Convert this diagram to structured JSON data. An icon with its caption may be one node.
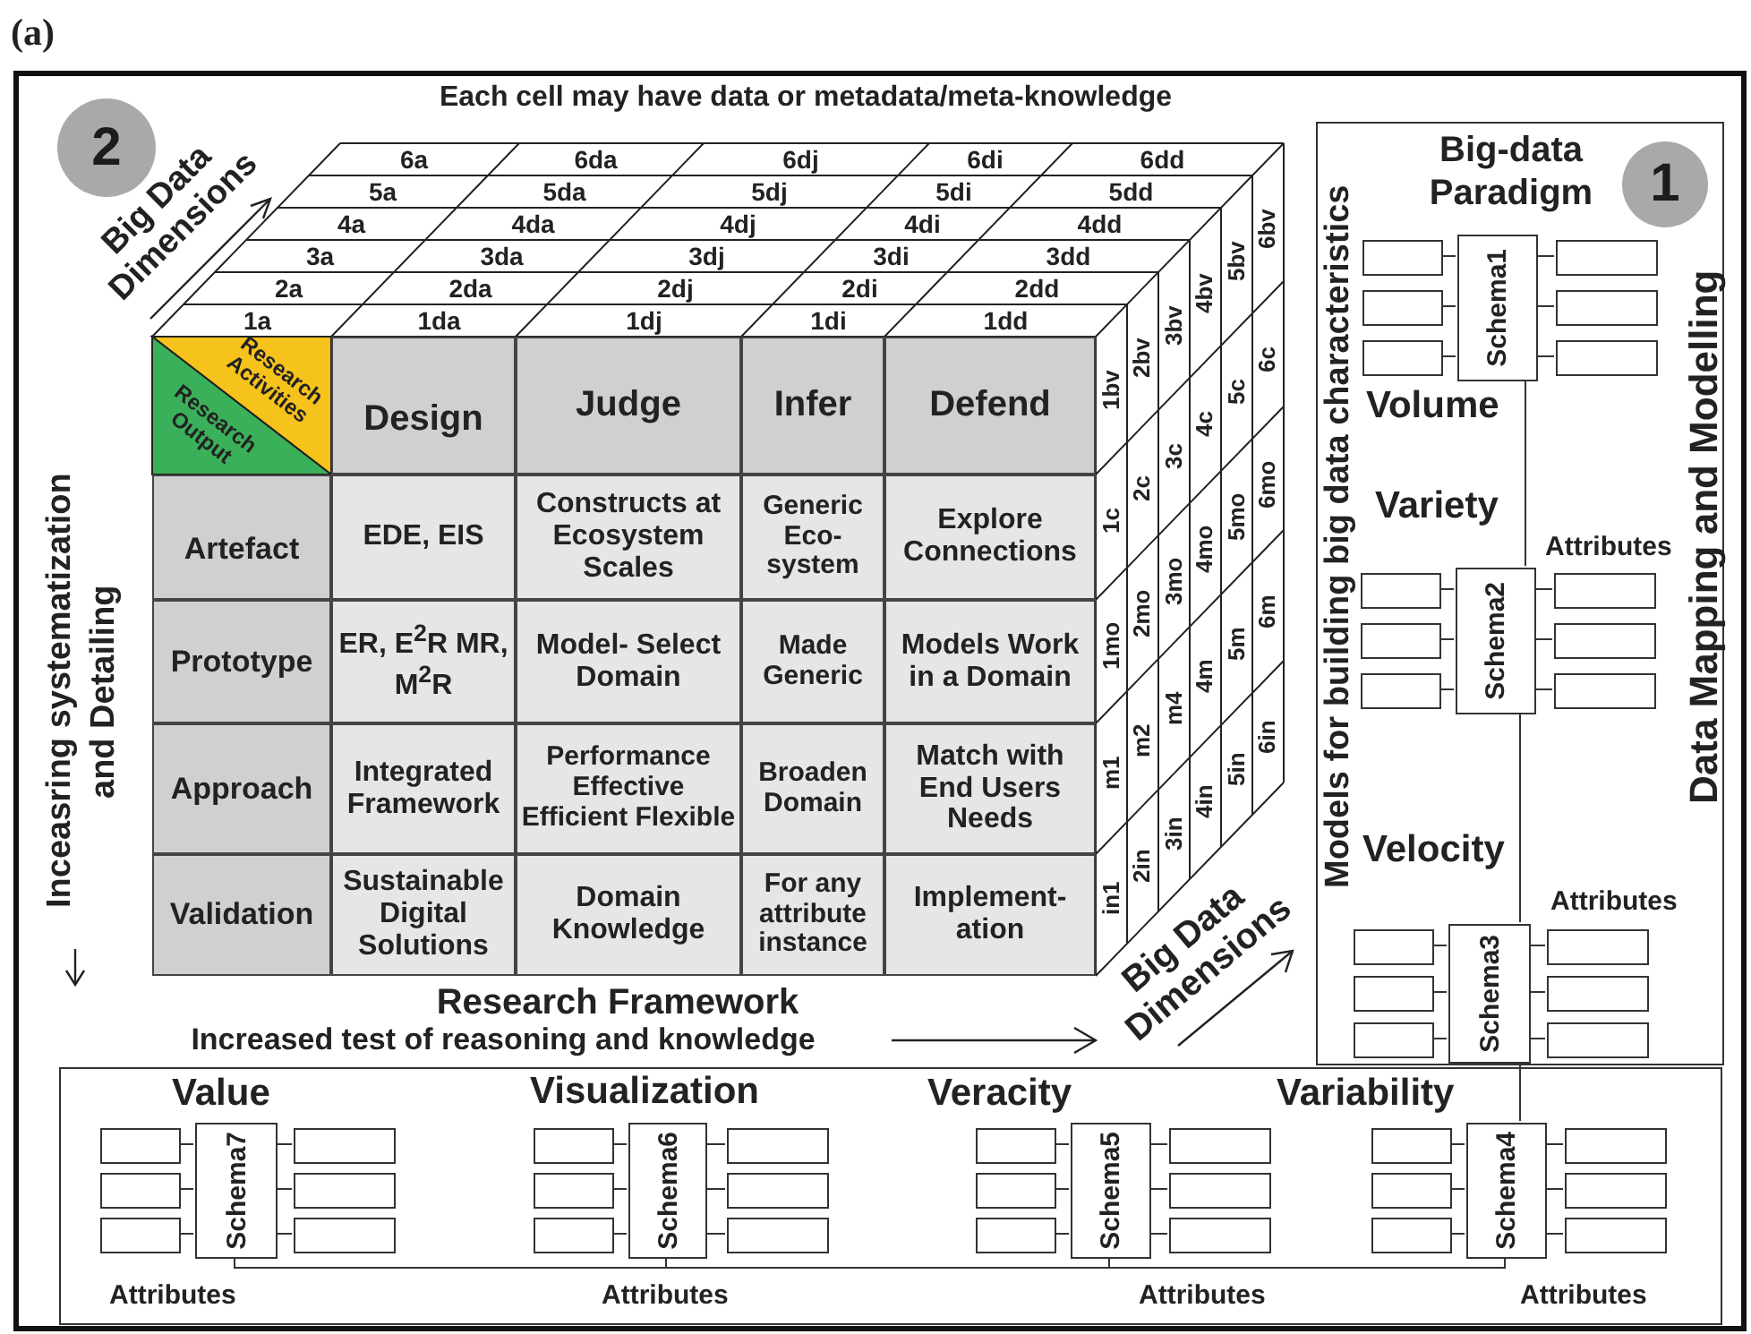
{
  "diagram": {
    "nodes": [
      {
        "text": [
          "2"
        ]
      },
      {
        "text": [
          "Big-data Paradigm"
        ]
      },
      {
        "text": [
          "1"
        ],
        "in": 1
      },
      {
        "text": [
          "Schema1"
        ],
        "in": 1,
        "beside": [
          "Volume"
        ]
      },
      {
        "text": [],
        "shape": "box",
        "in": 1
      },
      {
        "text": [],
        "shape": "box",
        "in": 1
      },
      {
        "text": [],
        "shape": "box",
        "in": 1
      },
      {
        "text": [],
        "shape": "box",
        "in": 1
      },
      {
        "text": [],
        "shape": "box",
        "in": 1
      },
      {
        "text": [],
        "shape": "box",
        "in": 1
      },
      {
        "text": [
          "Schema2"
        ],
        "in": 1,
        "beside": [
          "Variety",
          "Attributes"
        ]
      },
      {
        "text": [],
        "shape": "box",
        "in": 1
      },
      {
        "text": [],
        "shape": "box",
        "in": 1
      },
      {
        "text": [],
        "shape": "box",
        "in": 1
      },
      {
        "text": [],
        "shape": "box",
        "in": 1
      },
      {
        "text": [],
        "shape": "box",
        "in": 1
      },
      {
        "text": [],
        "shape": "box",
        "in": 1
      },
      {
        "text": [
          "Schema3"
        ],
        "in": 1,
        "beside": [
          "Velocity",
          "Attributes"
        ]
      },
      {
        "text": [],
        "shape": "box",
        "in": 1
      },
      {
        "text": [],
        "shape": "box",
        "in": 1
      },
      {
        "text": [],
        "shape": "box",
        "in": 1
      },
      {
        "text": [],
        "shape": "box",
        "in": 1
      },
      {
        "text": [],
        "shape": "box",
        "in": 1
      },
      {
        "text": [],
        "shape": "box",
        "in": 1
      },
      {
        "text": [],
        "shape": "box"
      },
      {
        "text": [
          "Schema7"
        ],
        "in": 24,
        "beside": [
          "Value",
          "Attributes"
        ]
      },
      {
        "text": [],
        "shape": "box",
        "in": 24
      },
      {
        "text": [],
        "shape": "box",
        "in": 24
      },
      {
        "text": [],
        "shape": "box",
        "in": 24
      },
      {
        "text": [],
        "shape": "box",
        "in": 24
      },
      {
        "text": [],
        "shape": "box",
        "in": 24
      },
      {
        "text": [],
        "shape": "box",
        "in": 24
      },
      {
        "text": [
          "Schema6"
        ],
        "in": 24,
        "beside": [
          "Visualization",
          "Attributes"
        ]
      },
      {
        "text": [],
        "shape": "box",
        "in": 24
      },
      {
        "text": [],
        "shape": "box",
        "in": 24
      },
      {
        "text": [],
        "shape": "box",
        "in": 24
      },
      {
        "text": [],
        "shape": "box",
        "in": 24
      },
      {
        "text": [],
        "shape": "box",
        "in": 24
      },
      {
        "text": [],
        "shape": "box",
        "in": 24
      },
      {
        "text": [
          "Schema5"
        ],
        "in": 24,
        "beside": [
          "Veracity",
          "Attributes"
        ]
      },
      {
        "text": [],
        "shape": "box",
        "in": 24
      },
      {
        "text": [],
        "shape": "box",
        "in": 24
      },
      {
        "text": [],
        "shape": "box",
        "in": 24
      },
      {
        "text": [],
        "shape": "box",
        "in": 24
      },
      {
        "text": [],
        "shape": "box",
        "in": 24
      },
      {
        "text": [],
        "shape": "box",
        "in": 24
      },
      {
        "text": [
          "Schema4"
        ],
        "in": 24,
        "beside": [
          "Variability",
          "Attributes"
        ]
      },
      {
        "text": [],
        "shape": "box",
        "in": 24
      },
      {
        "text": [],
        "shape": "box",
        "in": 24
      },
      {
        "text": [],
        "shape": "box",
        "in": 24
      },
      {
        "text": [],
        "shape": "box",
        "in": 24
      },
      {
        "text": [],
        "shape": "box",
        "in": 24
      },
      {
        "text": [],
        "shape": "box",
        "in": 24
      }
    ],
    "edges": [
      {
        "from": 4,
        "to": 3,
        "arrow": "none"
      },
      {
        "from": 5,
        "to": 3,
        "arrow": "none"
      },
      {
        "from": 6,
        "to": 3,
        "arrow": "none"
      },
      {
        "from": 7,
        "to": 3,
        "arrow": "none"
      },
      {
        "from": 8,
        "to": 3,
        "arrow": "none"
      },
      {
        "from": 9,
        "to": 3,
        "arrow": "none"
      },
      {
        "from": 11,
        "to": 10,
        "arrow": "none"
      },
      {
        "from": 12,
        "to": 10,
        "arrow": "none"
      },
      {
        "from": 13,
        "to": 10,
        "arrow": "none"
      },
      {
        "from": 14,
        "to": 10,
        "arrow": "none"
      },
      {
        "from": 15,
        "to": 10,
        "arrow": "none"
      },
      {
        "from": 16,
        "to": 10,
        "arrow": "none"
      },
      {
        "from": 18,
        "to": 17,
        "arrow": "none"
      },
      {
        "from": 19,
        "to": 17,
        "arrow": "none"
      },
      {
        "from": 20,
        "to": 17,
        "arrow": "none"
      },
      {
        "from": 21,
        "to": 17,
        "arrow": "none"
      },
      {
        "from": 22,
        "to": 17,
        "arrow": "none"
      },
      {
        "from": 23,
        "to": 17,
        "arrow": "none"
      },
      {
        "from": 26,
        "to": 25,
        "arrow": "none"
      },
      {
        "from": 27,
        "to": 25,
        "arrow": "none"
      },
      {
        "from": 28,
        "to": 25,
        "arrow": "none"
      },
      {
        "from": 29,
        "to": 25,
        "arrow": "none"
      },
      {
        "from": 30,
        "to": 25,
        "arrow": "none"
      },
      {
        "from": 31,
        "to": 25,
        "arrow": "none"
      },
      {
        "from": 33,
        "to": 32,
        "arrow": "none"
      },
      {
        "from": 34,
        "to": 32,
        "arrow": "none"
      },
      {
        "from": 35,
        "to": 32,
        "arrow": "none"
      },
      {
        "from": 36,
        "to": 32,
        "arrow": "none"
      },
      {
        "from": 37,
        "to": 32,
        "arrow": "none"
      },
      {
        "from": 38,
        "to": 32,
        "arrow": "none"
      },
      {
        "from": 40,
        "to": 39,
        "arrow": "none"
      },
      {
        "from": 41,
        "to": 39,
        "arrow": "none"
      },
      {
        "from": 42,
        "to": 39,
        "arrow": "none"
      },
      {
        "from": 43,
        "to": 39,
        "arrow": "none"
      },
      {
        "from": 44,
        "to": 39,
        "arrow": "none"
      },
      {
        "from": 45,
        "to": 39,
        "arrow": "none"
      },
      {
        "from": 47,
        "to": 46,
        "arrow": "none"
      },
      {
        "from": 48,
        "to": 46,
        "arrow": "none"
      },
      {
        "from": 49,
        "to": 46,
        "arrow": "none"
      },
      {
        "from": 50,
        "to": 46,
        "arrow": "none"
      },
      {
        "from": 51,
        "to": 46,
        "arrow": "none"
      },
      {
        "from": 52,
        "to": 46,
        "arrow": "none"
      },
      {
        "from": 3,
        "to": 10,
        "arrow": "none"
      },
      {
        "from": 10,
        "to": 17,
        "arrow": "none"
      },
      {
        "from": 17,
        "to": 46,
        "arrow": "none"
      },
      {
        "from": 25,
        "to": 32,
        "arrow": "none"
      },
      {
        "from": 32,
        "to": 39,
        "arrow": "none"
      },
      {
        "from": 39,
        "to": 46,
        "arrow": "none"
      }
    ],
    "labels": [
      "(a)",
      "Each cell may have data or metadata/meta-knowledge",
      "Big Data Dimensions",
      "6a",
      "6da",
      "6dj",
      "6di",
      "6dd",
      "5a",
      "5da",
      "5dj",
      "5di",
      "5dd",
      "4a",
      "4da",
      "4dj",
      "4di",
      "4dd",
      "3a",
      "3da",
      "3dj",
      "3di",
      "3dd",
      "2a",
      "2da",
      "2dj",
      "2di",
      "2dd",
      "1a",
      "1da",
      "1dj",
      "1di",
      "1dd",
      "Research Activities",
      "Research Output",
      "Design",
      "Judge",
      "Infer",
      "Defend",
      "Artefact",
      "EDE, EIS",
      "Constructs at Ecosystem Scales",
      "Generic Eco- system",
      "Explore Connections",
      "Prototype",
      "ER, E$^{2}$R MR, M$^{2}$R",
      "Model- Select Domain",
      "Made Generic",
      "Models Work in a Domain",
      "Approach",
      "Integrated Framework",
      "Performance Effective Efficient Flexible",
      "Broaden Domain",
      "Match with End Users Needs",
      "Validation",
      "Sustainable Digital Solutions",
      "Domain Knowledge",
      "For any attribute instance",
      "Implement- ation",
      "1bv",
      "2bv",
      "3bv",
      "4bv",
      "5bv",
      "6bv",
      "1c",
      "2c",
      "3c",
      "4c",
      "5c",
      "6c",
      "1mo",
      "2mo",
      "3mo",
      "4mo",
      "5mo",
      "6mo",
      "m1",
      "m2",
      "m4",
      "4m",
      "5m",
      "6m",
      "in1",
      "2in",
      "3in",
      "4in",
      "5in",
      "6in",
      "Inceasring systematization and Detailing",
      "Research Framework",
      "Increased test of reasoning and knowledge",
      "Big Data Dimensions",
      "Models for building big data characteristics",
      "Data Mapping and Modelling"
    ]
  }
}
